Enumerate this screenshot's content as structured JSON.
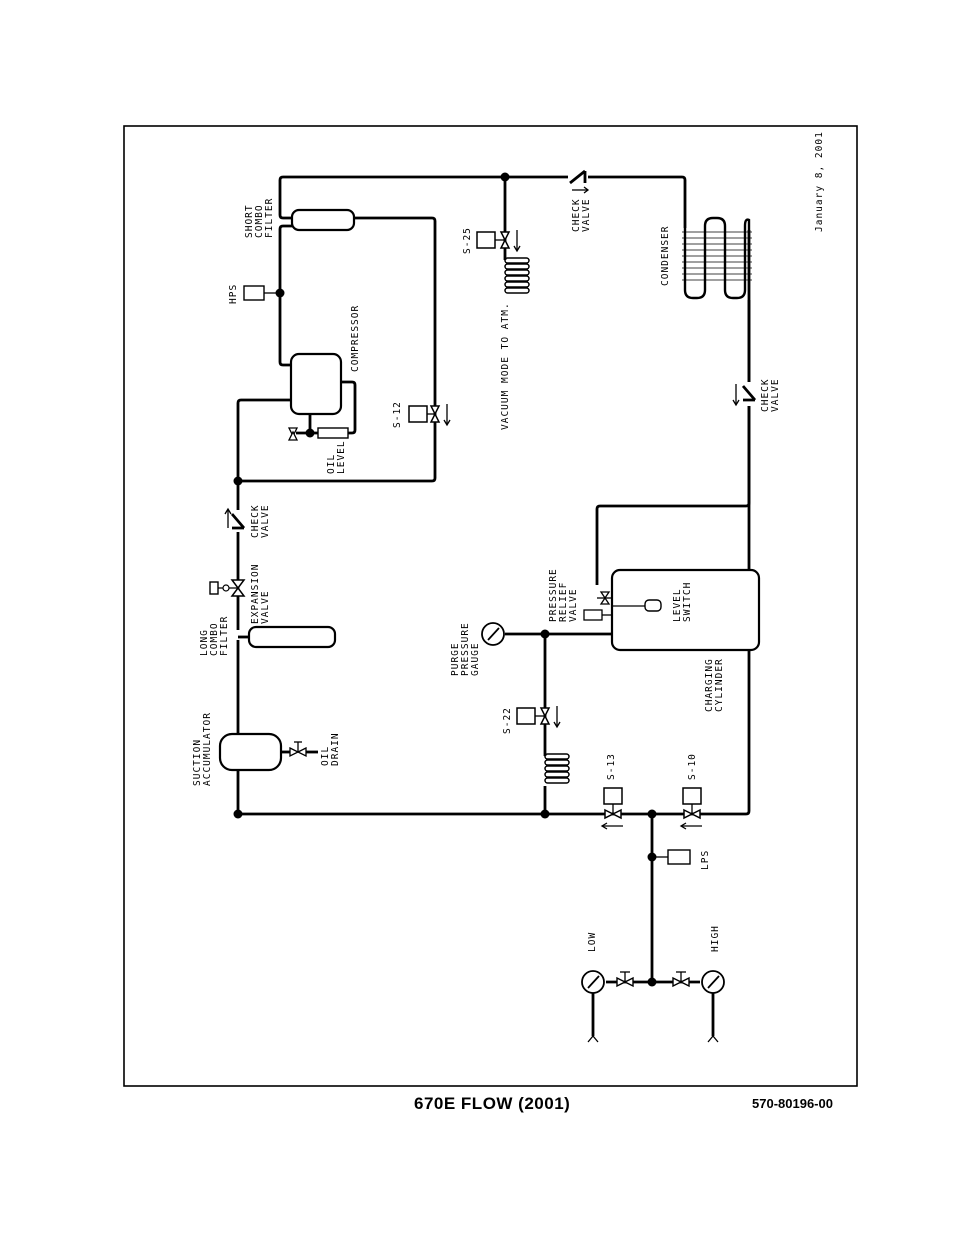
{
  "title": "670E FLOW (2001)",
  "doc_number": "570-80196-00",
  "date": "January 8, 2001",
  "labels": {
    "short_combo_filter": [
      "SHORT",
      "COMBO",
      "FILTER"
    ],
    "hps": "HPS",
    "compressor": "COMPRESSOR",
    "oil_level": [
      "OIL",
      "LEVEL"
    ],
    "s12": "S-12",
    "s25": "S-25",
    "vacuum_mode": "VACUUM MODE TO ATM.",
    "check_valve_top": [
      "CHECK",
      "VALVE"
    ],
    "condenser": "CONDENSER",
    "check_valve_right": [
      "CHECK",
      "VALVE"
    ],
    "check_valve_left": [
      "CHECK",
      "VALVE"
    ],
    "expansion_valve": [
      "EXPANSION",
      "VALVE"
    ],
    "long_combo_filter": [
      "LONG",
      "COMBO",
      "FILTER"
    ],
    "suction_accumulator": [
      "SUCTION",
      "ACCUMULATOR"
    ],
    "oil_drain": [
      "OIL",
      "DRAIN"
    ],
    "purge_pressure_gauge": [
      "PURGE",
      "PRESSURE",
      "GAUGE"
    ],
    "pressure_relief_valve": [
      "PRESSURE",
      "RELIEF",
      "VALVE"
    ],
    "level_switch": [
      "LEVEL",
      "SWITCH"
    ],
    "charging_cylinder": [
      "CHARGING",
      "CYLINDER"
    ],
    "s22": "S-22",
    "s13": "S-13",
    "s10": "S-10",
    "lps": "LPS",
    "low": "LOW",
    "high": "HIGH"
  }
}
